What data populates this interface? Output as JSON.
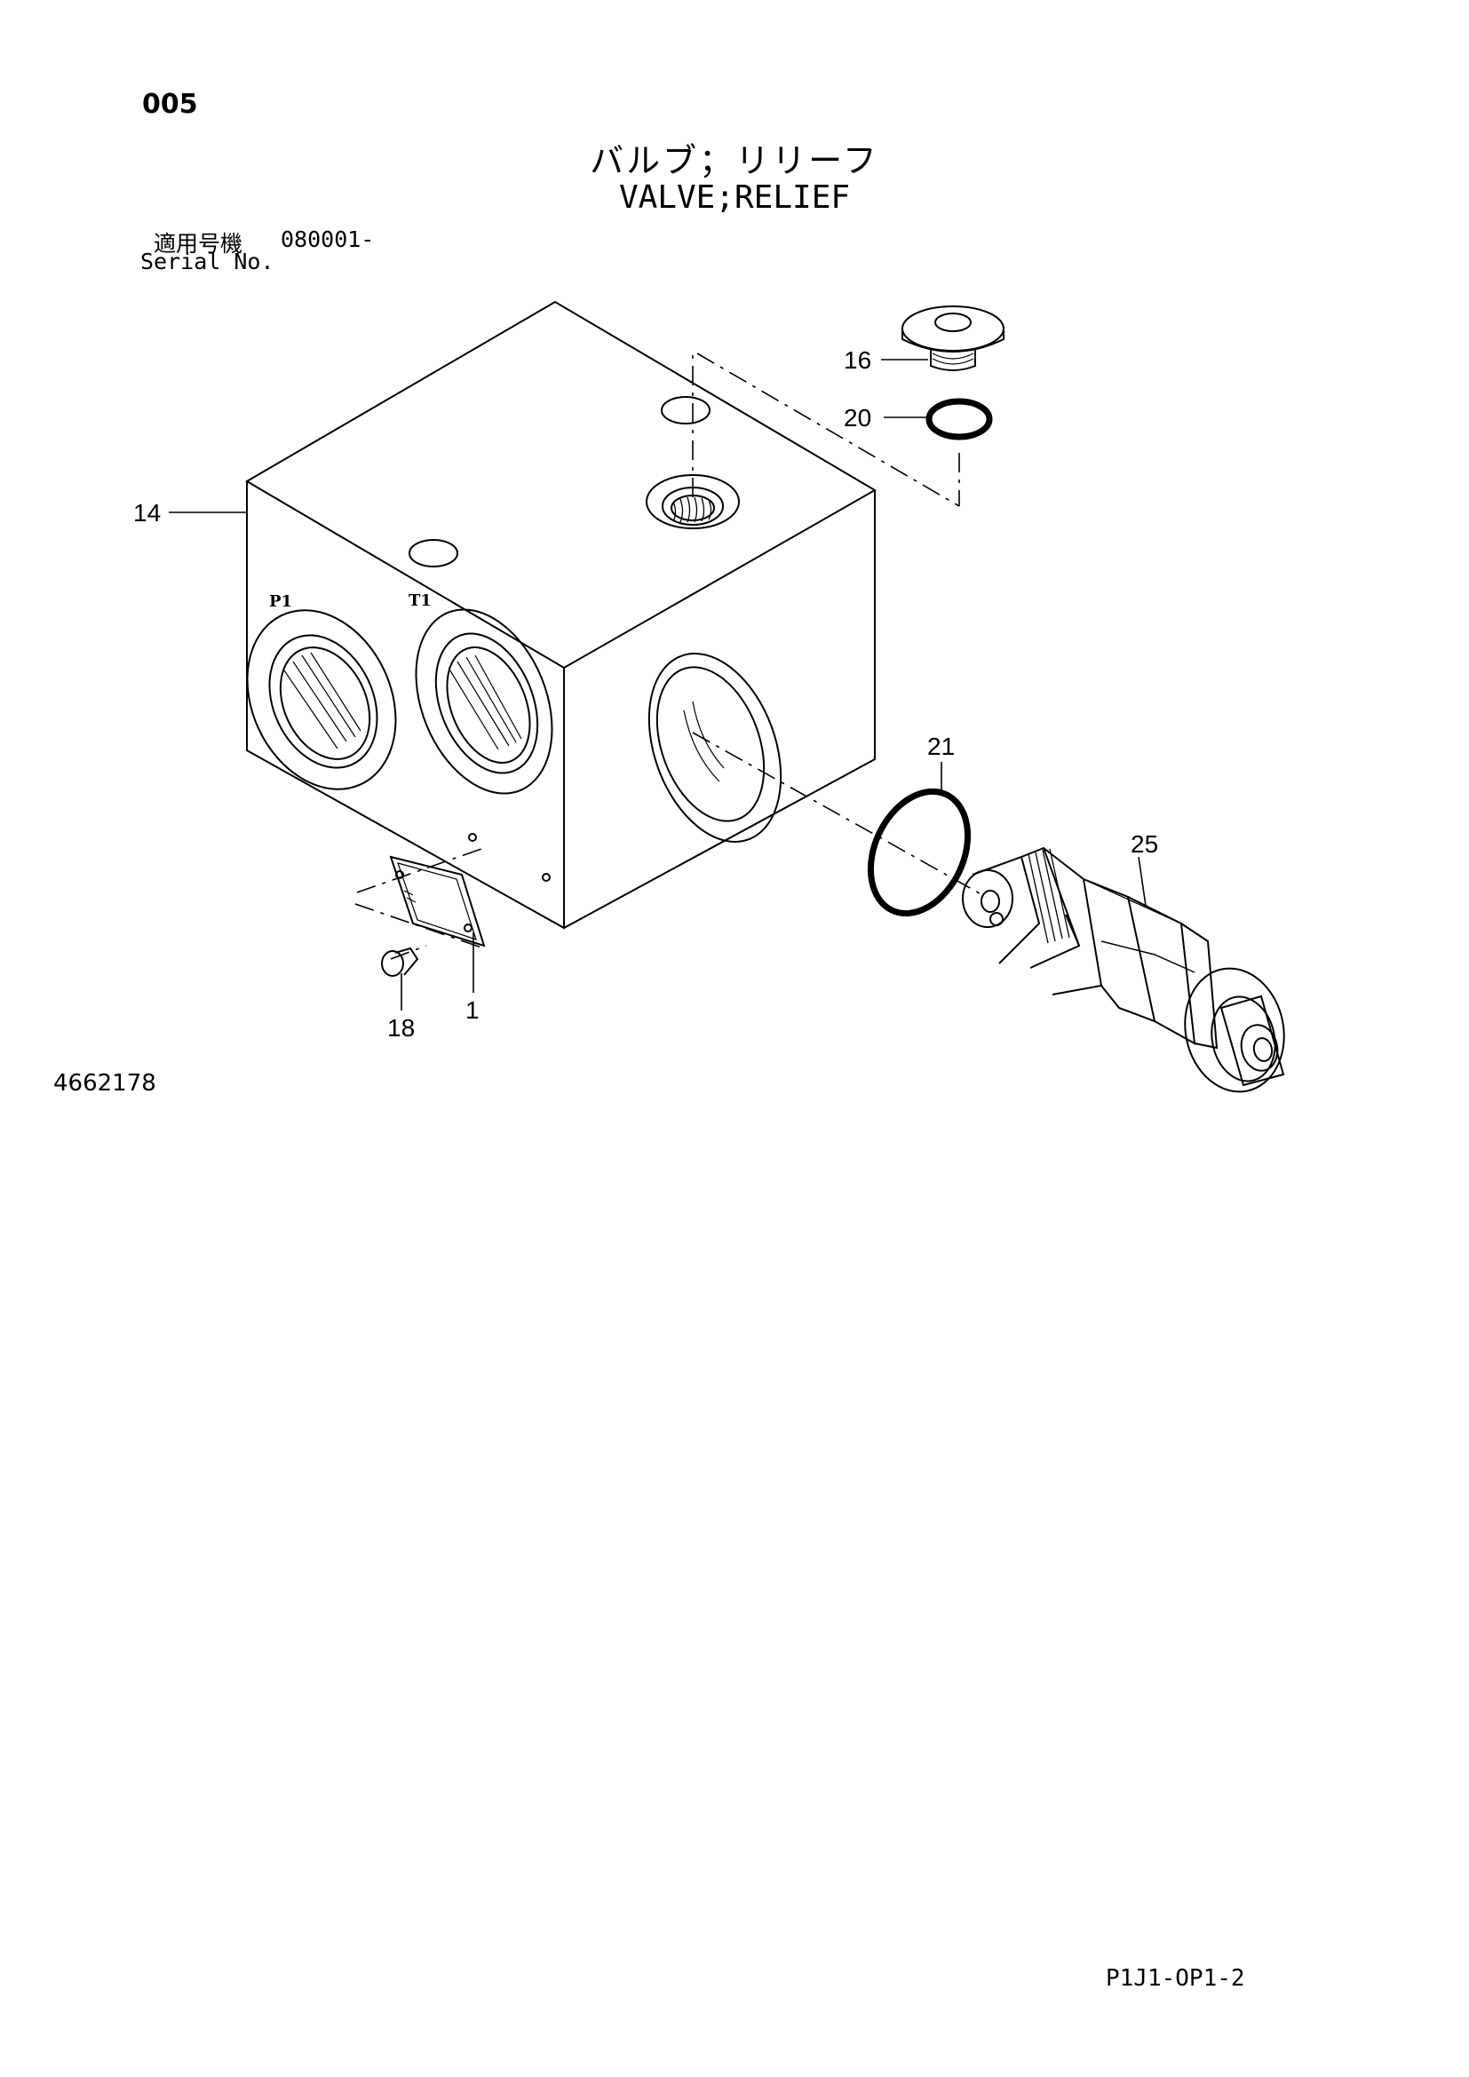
{
  "page_number": "005",
  "title_jp": "バルブ；リリーフ",
  "title_en": "VALVE;RELIEF",
  "serial": {
    "label_jp": "適用号機",
    "label_en": "Serial No.",
    "value": "080001-"
  },
  "callouts": [
    {
      "id": "14",
      "label": "14"
    },
    {
      "id": "16",
      "label": "16"
    },
    {
      "id": "20",
      "label": "20"
    },
    {
      "id": "21",
      "label": "21"
    },
    {
      "id": "25",
      "label": "25"
    },
    {
      "id": "18",
      "label": "18"
    },
    {
      "id": "1",
      "label": "1"
    }
  ],
  "port_labels": {
    "p1": "P1",
    "t1": "T1"
  },
  "drawing_number": "4662178",
  "sheet_code": "P1J1-OP1-2"
}
